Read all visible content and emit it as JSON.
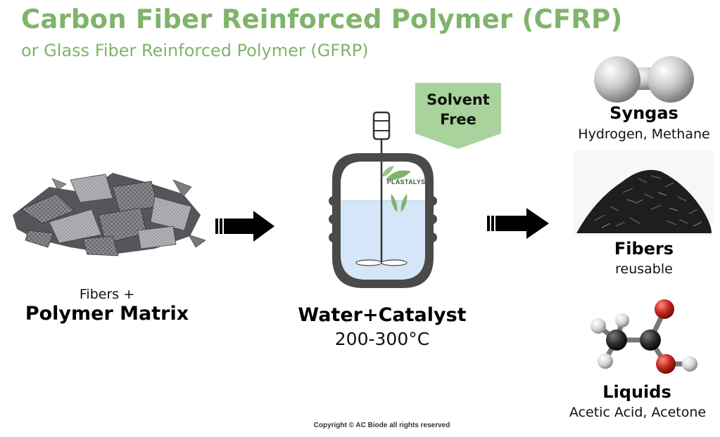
{
  "header": {
    "title": "Carbon Fiber Reinforced Polymer (CFRP)",
    "subtitle": "or Glass Fiber Reinforced Polymer (GFRP)"
  },
  "input": {
    "line1": "Fibers +",
    "line2": "Polymer Matrix"
  },
  "reactor": {
    "line1": "Water+Catalyst",
    "line2": "200-300°C",
    "logo_text": "PLASTALYST"
  },
  "badge": {
    "line1": "Solvent",
    "line2": "Free"
  },
  "products": [
    {
      "title": "Syngas",
      "subtitle": "Hydrogen, Methane"
    },
    {
      "title": "Fibers",
      "subtitle": "reusable"
    },
    {
      "title": "Liquids",
      "subtitle": "Acetic Acid, Acetone"
    }
  ],
  "footer": {
    "copyright": "Copyright © AC Biode all rights reserved"
  },
  "colors": {
    "accent_green": "#7fb46a",
    "badge_green": "#a9d39c",
    "liquid_blue": "#d4e6f7",
    "oxygen_red": "#c42a1f"
  }
}
